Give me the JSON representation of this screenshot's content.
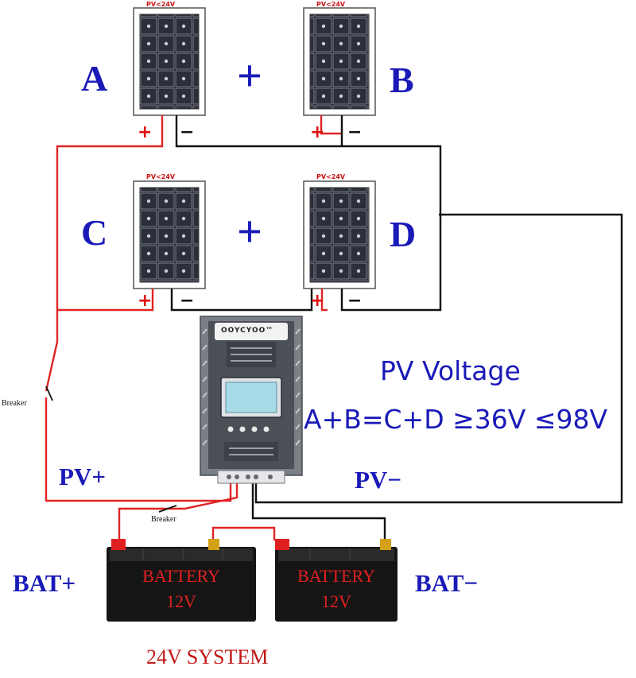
{
  "panels": [
    {
      "id": "A",
      "label": "A",
      "rating": "PV<24V",
      "pos": "+",
      "neg": "−"
    },
    {
      "id": "B",
      "label": "B",
      "rating": "PV<24V",
      "pos": "+",
      "neg": "−"
    },
    {
      "id": "C",
      "label": "C",
      "rating": "PV<24V",
      "pos": "+",
      "neg": "−"
    },
    {
      "id": "D",
      "label": "D",
      "rating": "PV<24V",
      "pos": "+",
      "neg": "−"
    }
  ],
  "series_plus": "+",
  "controller": {
    "brand": "OOYCYOO™"
  },
  "pv_voltage": {
    "title": "PV Voltage",
    "formula": "A+B=C+D ≥36V ≤98V"
  },
  "pv_plus_label": "PV+",
  "pv_minus_label": "PV−",
  "breaker_label": "Breaker",
  "batteries": [
    {
      "line1": "BATTERY",
      "line2": "12V"
    },
    {
      "line1": "BATTERY",
      "line2": "12V"
    }
  ],
  "bat_plus_label": "BAT+",
  "bat_minus_label": "BAT−",
  "system_label": "24V SYSTEM",
  "colors": {
    "positive_wire": "#e02424",
    "negative_wire": "#111111",
    "label_blue": "#1a1ab8",
    "system_red": "#c01818"
  }
}
